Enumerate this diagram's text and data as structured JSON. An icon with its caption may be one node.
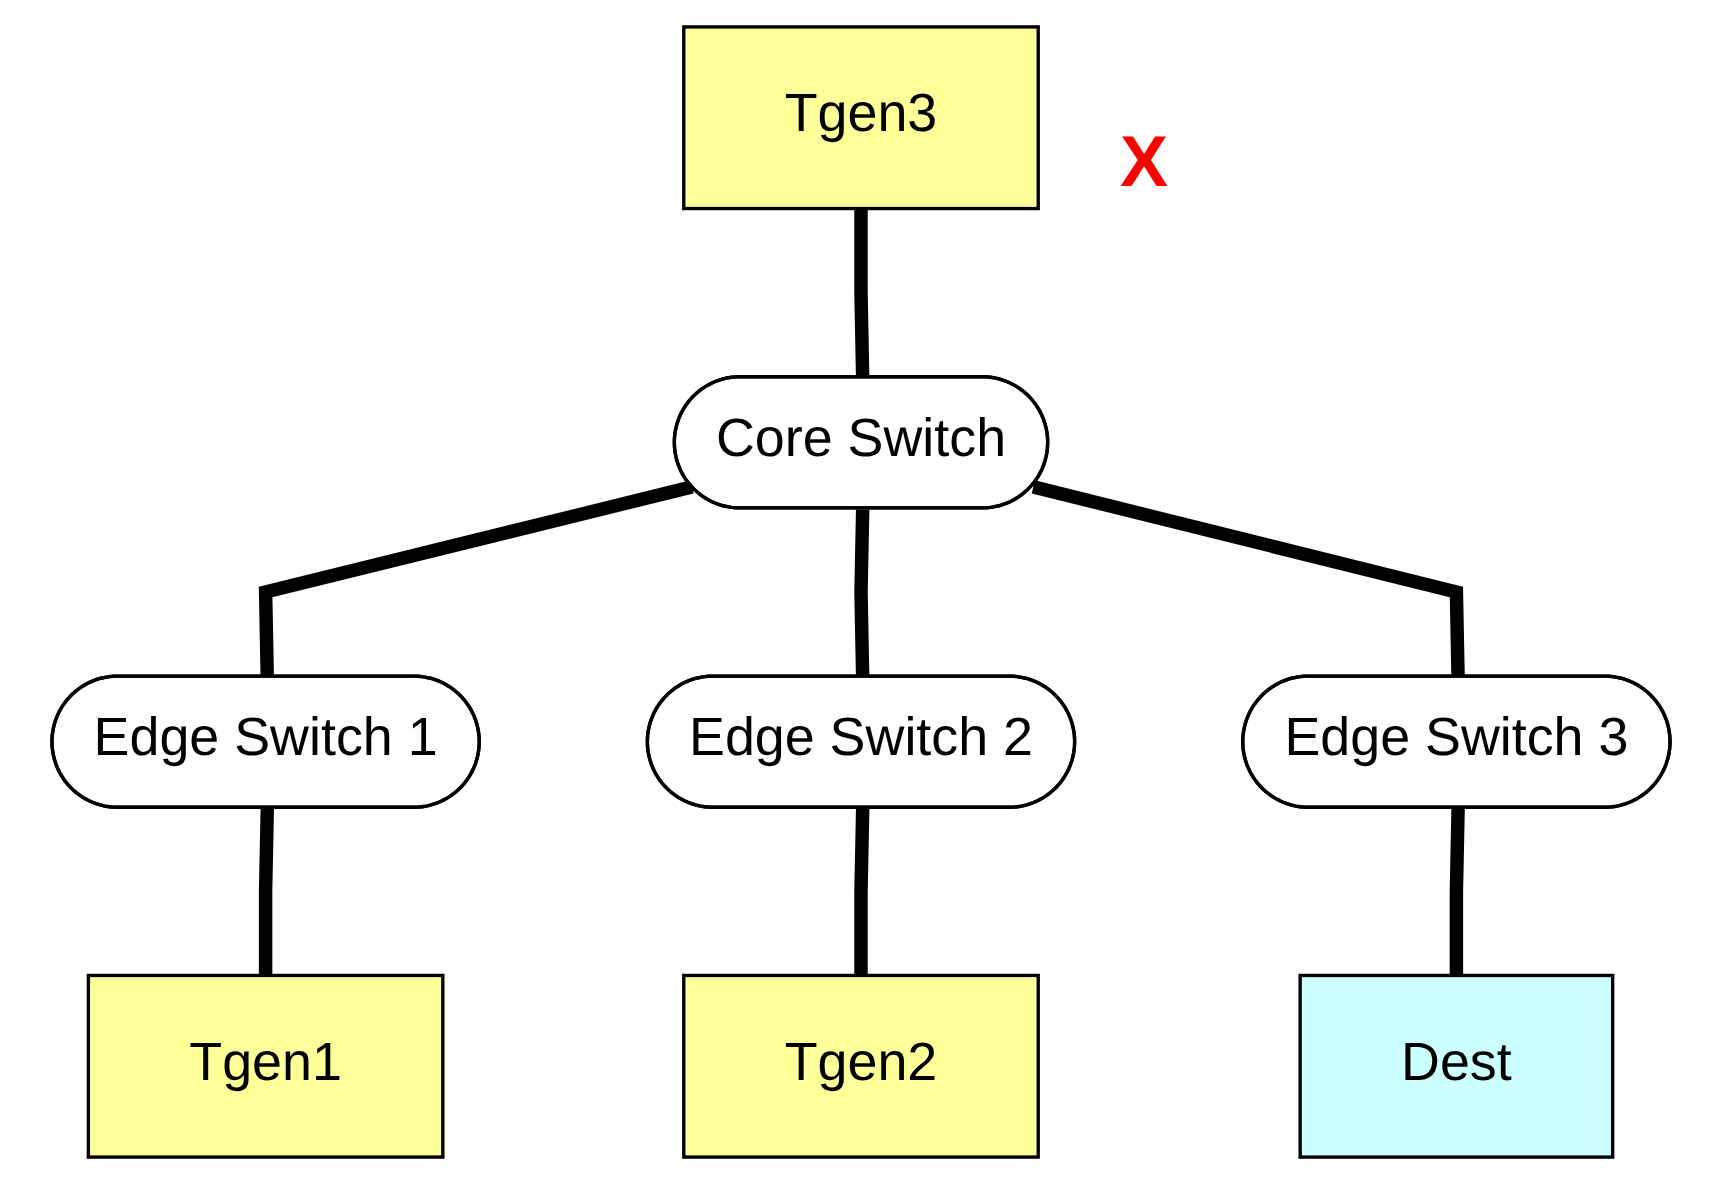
{
  "diagram": {
    "nodes": [
      {
        "text": [
          "Tgen3"
        ]
      },
      {
        "text": [
          "Core Switch"
        ]
      },
      {
        "text": [
          "Edge Switch 1"
        ]
      },
      {
        "text": [
          "Edge Switch 2"
        ]
      },
      {
        "text": [
          "Edge Switch 3"
        ]
      },
      {
        "text": [
          "Tgen1"
        ]
      },
      {
        "text": [
          "Tgen2"
        ]
      },
      {
        "text": [
          "Dest"
        ]
      }
    ],
    "edges": [
      {
        "from": 0,
        "to": 1,
        "arrow": "none"
      },
      {
        "from": 1,
        "to": 2,
        "arrow": "none"
      },
      {
        "from": 1,
        "to": 3,
        "arrow": "none"
      },
      {
        "from": 1,
        "to": 4,
        "arrow": "none"
      },
      {
        "from": 2,
        "to": 5,
        "arrow": "none"
      },
      {
        "from": 3,
        "to": 6,
        "arrow": "none"
      },
      {
        "from": 4,
        "to": 7,
        "arrow": "none"
      }
    ],
    "labels": [
      "X"
    ]
  }
}
